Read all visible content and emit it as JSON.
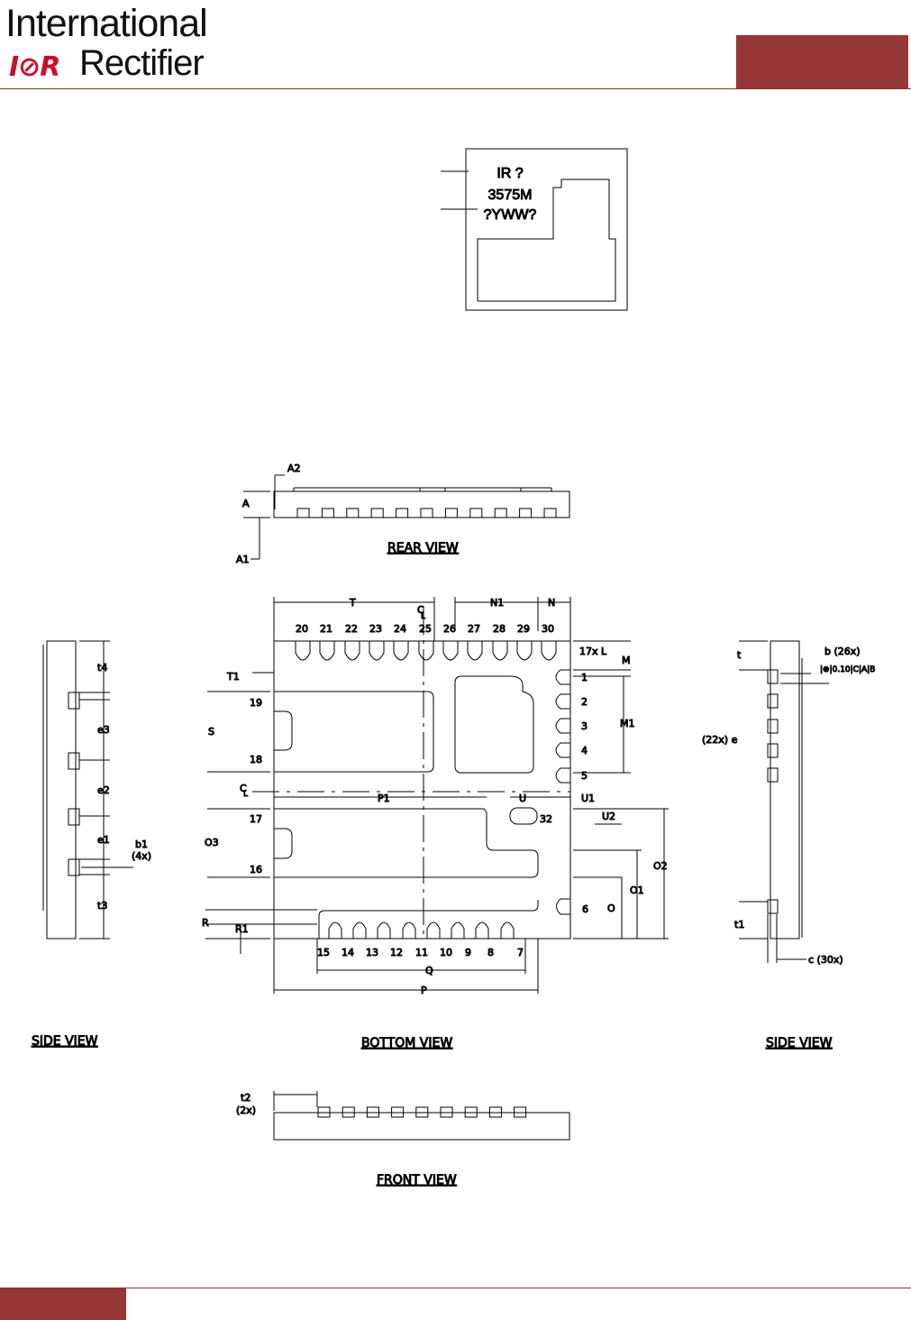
{
  "brand": {
    "line1": "International",
    "mark": "I⊘R",
    "line2": "Rectifier",
    "accent_color": "#973636"
  },
  "marking": {
    "line1": "IR ?",
    "line2": "3575M",
    "line3": "?YWW?"
  },
  "views": {
    "rear": "REAR VIEW",
    "bottom": "BOTTOM VIEW",
    "side_left": "SIDE VIEW",
    "side_right": "SIDE VIEW",
    "front": "FRONT VIEW"
  },
  "dims": {
    "a2": "A2",
    "a": "A",
    "a1": "A1",
    "t": "T",
    "cl": "C",
    "cl_sub": "L",
    "n1": "N1",
    "n": "N",
    "t1": "T1",
    "s": "S",
    "o3": "O3",
    "r": "R",
    "r1": "R1",
    "p1": "P1",
    "u": "U",
    "u1": "U1",
    "u2": "U2",
    "q": "Q",
    "p": "P",
    "m": "M",
    "m1": "M1",
    "l17": "17x  L",
    "o": "O",
    "o1": "O1",
    "o2": "O2",
    "t4": "t4",
    "e3": "e3",
    "e2": "e2",
    "e1": "e1",
    "t3": "t3",
    "b1": "b1",
    "b1_count": "(4x)",
    "t_r": "t",
    "b26": "b (26x)",
    "tol": "|⊕|0.10|C|A|B",
    "e22": "(22x) e",
    "t1_r": "t1",
    "c30": "c (30x)",
    "t2": "t2",
    "t2_count": "(2x)"
  },
  "pins": {
    "top": [
      "20",
      "21",
      "22",
      "23",
      "24",
      "25",
      "26",
      "27",
      "28",
      "29",
      "30"
    ],
    "right": [
      "1",
      "2",
      "3",
      "4",
      "5"
    ],
    "bottom": [
      "15",
      "14",
      "13",
      "12",
      "11",
      "10",
      "9",
      "8",
      "7"
    ],
    "left": [
      "19",
      "18",
      "17",
      "16"
    ],
    "other": [
      "32",
      "6"
    ]
  }
}
